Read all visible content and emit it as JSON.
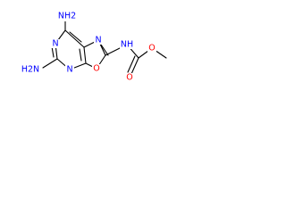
{
  "colors": {
    "bond": "#000000",
    "nitrogen": "#0000ff",
    "oxygen": "#ff0000"
  },
  "atoms": {
    "nh2_top": "NH2",
    "nh2_bottom": "H2N",
    "n_ring_upper": "N",
    "n_ring_lower": "N",
    "n_oxazole": "N",
    "o_oxazole": "O",
    "nh_carbamate": "NH",
    "o_carbonyl": "O",
    "o_ester": "O"
  }
}
